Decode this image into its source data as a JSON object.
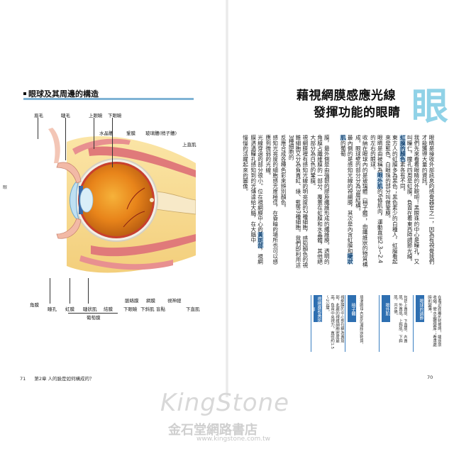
{
  "left_page": {
    "section_title": "眼球及其周邊的構造",
    "page_number": "71",
    "footer": "第2章 人的臉是如何構成的？",
    "side_tab": "眼",
    "diagram_labels": {
      "eyebrow": "眉毛",
      "eyelash": "睫毛",
      "upper_lid": "上眼瞼",
      "lower_lid_top": "下眼瞼",
      "lens": "水晶體",
      "vitreous": "玻璃體(稍子體)",
      "sclera": "鞏膜",
      "superior_rectus": "上直肌",
      "cornea": "角膜",
      "pupil": "瞳孔",
      "iris": "虹膜",
      "ciliary": "睫狀肌",
      "conjunctiva": "結膜",
      "lower_lid": "下眼瞼",
      "choroid": "脈絡膜",
      "inferior_oblique": "下斜肌",
      "retina": "網膜",
      "blind_spot": "盲點",
      "optic_nerve": "視神經",
      "inferior_rectus": "下直肌",
      "uvea": "葡萄膜"
    }
  },
  "right_page": {
    "headline_1": "藉視網膜感應光線",
    "headline_2": "發揮功能的眼睛",
    "big_char": "眼",
    "page_number": "70",
    "columns": [
      [
        "眼睛是接收外部訊息的感覺器官之一，因為有視覺我們才能獲得大量的資訊。"
      ],
      [
        "我們先來看看眼睛的外觀吧！黑眼珠的中心是瞳孔，又叫瞳仁。瞳孔四周是虹膜，負責在看東西時調節光線。",
        "虹膜的顏色",
        "素各有不同。"
      ],
      [
        "東方人的虹膜多為黑色；黑色素少的白種人，虹膜看起來是藍色。白眼珠的部分叫做鞏膜。"
      ],
      [
        "眼睛是由被稱為",
        "眼外肌",
        "的6條肌肉，運動直徑2.3～2.4的左右的眼球。"
      ],
      [
        "收納在眼球內的是玻璃體（稍子體），由纖維狀的物質構成。眼球壁的部分分為3層結構。"
      ],
      [
        "最內側的是感知光線的視網膜，其次是內含虹膜和",
        "睫狀肌",
        "的葡萄"
      ],
      [
        " "
      ],
      [
        "膜，最外側是由強韌的膠原纖維形成的纖維膜。透明的角膜占纖維膜的一部分，覆蓋在虹膜和水晶體，其他絕大部分為白色的鞏膜。"
      ],
      [
        "視網膜裡有感知光線的明亮度的2種細胞，感知顏色的視錐細胞又分為負責紅、綠、藍等3種細胞。我們即利用這3種細胞的"
      ],
      [
        "反應合成各種色彩來辨別顏色。"
      ],
      [
        "感知光亮度的細胞感光度極佳，在昏暗的場所也可以感應到微弱的光線。"
      ],
      [
        "光線穿過的部分很小。位在視網膜中心的",
        "黃斑部",
        "，視網膜透過瞳孔感知到的光傳達給大腦，在大腦中"
      ],
      [
        "慢慢的活躍起來的圖像。"
      ]
    ],
    "notes": [
      {
        "head": "眼球的調節",
        "text": "在看近距離的物體時，睫狀肌收縮，使水晶體變厚；看遠處時則變薄。"
      },
      {
        "head": "眼外肌",
        "text": "包括上直肌、下直肌、內直肌、外直肌、上斜肌、下斜肌，共6條。"
      },
      {
        "head": "稍子體",
        "text": "填滿眼球內部的凝膠狀物質。"
      },
      {
        "head": "視網膜和黃斑部",
        "text": "視網膜的中心部位稱為黃斑部，此處的視錐細胞密度最高，負責中央視力。直徑約1.5～2公釐。"
      }
    ]
  },
  "watermark": {
    "logo": "KingStone",
    "name_cn": "金石堂網路書店",
    "url": "www.kingstone.com.tw"
  },
  "colors": {
    "title_bar": "#7fb3d5",
    "headline_accent": "#6cc3e0",
    "highlight": "#cfe3f2",
    "note_head": "#2e6fb1"
  }
}
